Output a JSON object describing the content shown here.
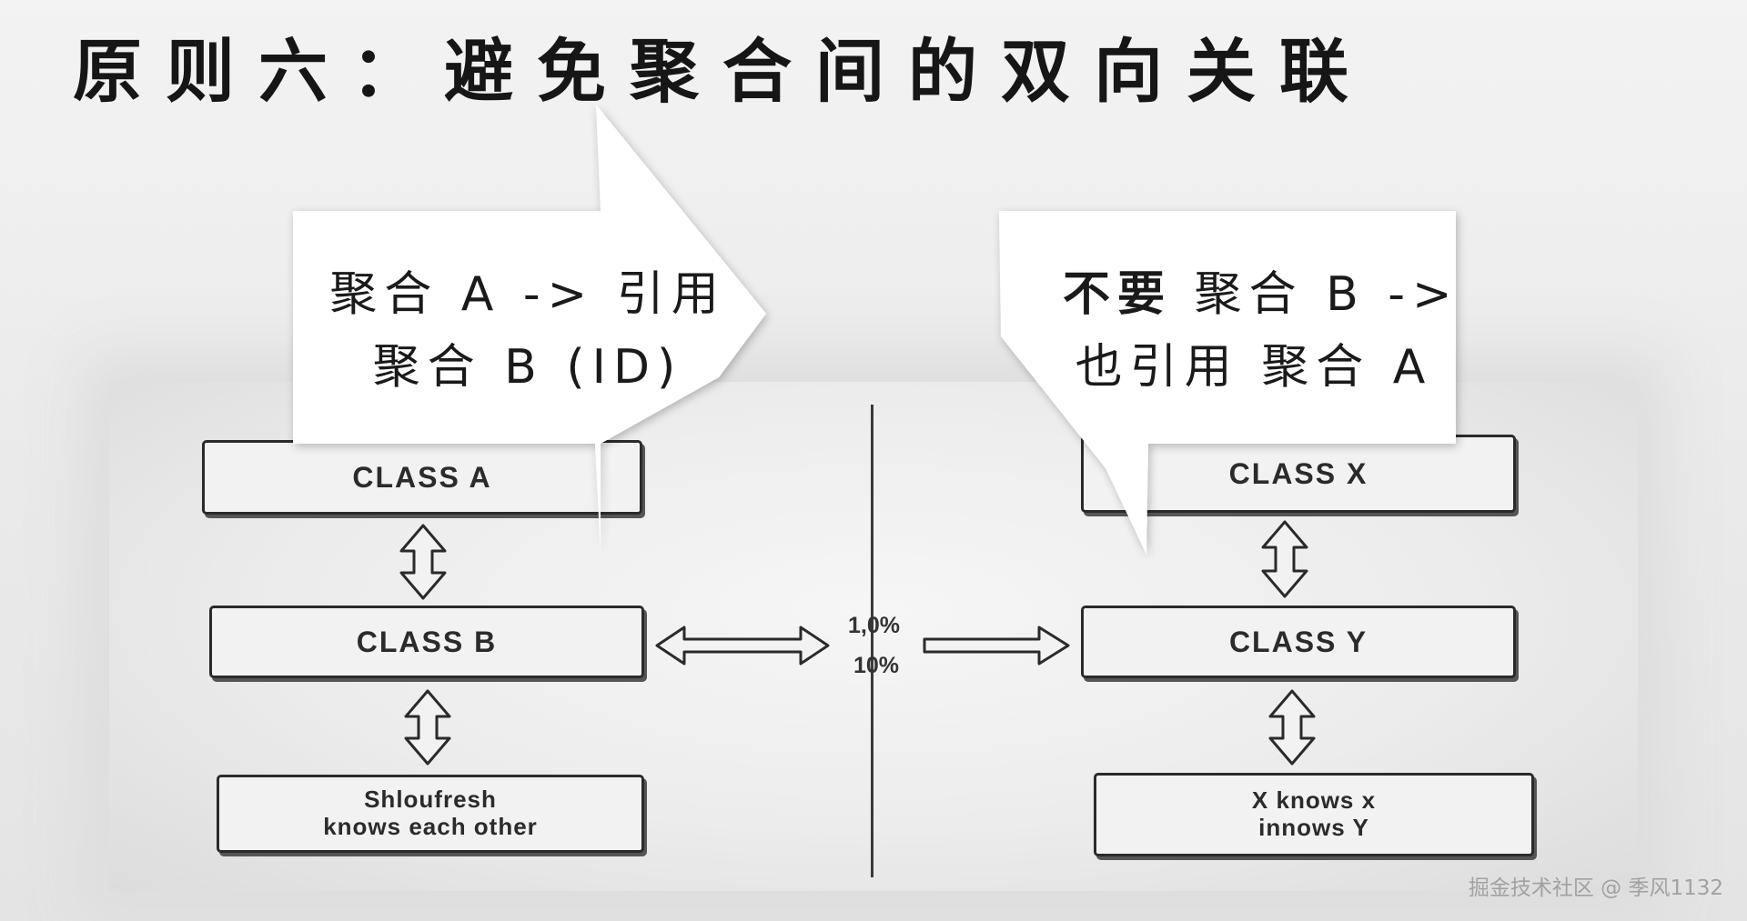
{
  "slide": {
    "title": "原则六：避免聚合间的双向关联"
  },
  "callouts": {
    "left": {
      "line1": "聚合 A -> 引用",
      "line2": "聚合 B (ID)"
    },
    "right": {
      "line1_emphasis": "不要",
      "line1_rest": " 聚合 B ->",
      "line2": "也引用 聚合 A"
    }
  },
  "diagram": {
    "left_column": {
      "class_a": "CLASS A",
      "class_b": "CLASS B",
      "note_line1": "Shloufresh",
      "note_line2": "knows each other"
    },
    "right_column": {
      "class_x": "CLASS X",
      "class_y": "CLASS Y",
      "note_line1": "X knows x",
      "note_line2": "innows Y"
    },
    "middle_labels": {
      "top": "1,0%",
      "bottom": "10%"
    }
  },
  "watermark": "掘金技术社区 @ 季风1132"
}
